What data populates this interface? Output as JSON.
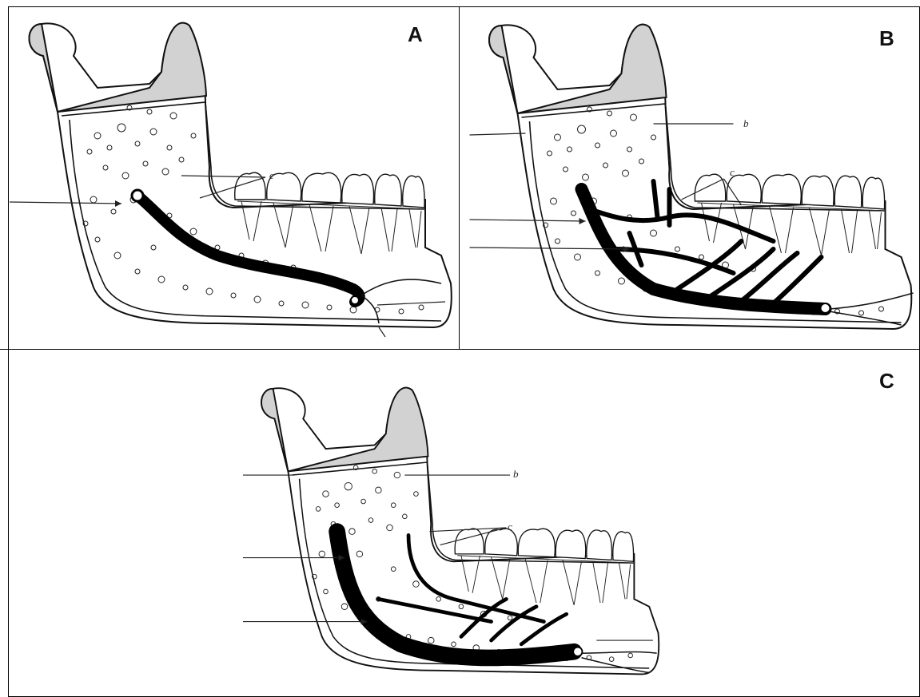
{
  "panels": [
    {
      "id": "A",
      "label": "A",
      "labels": [
        "c"
      ]
    },
    {
      "id": "B",
      "label": "B",
      "labels": [
        "b",
        "c"
      ]
    },
    {
      "id": "C",
      "label": "C",
      "labels": [
        "b",
        "c"
      ]
    }
  ]
}
